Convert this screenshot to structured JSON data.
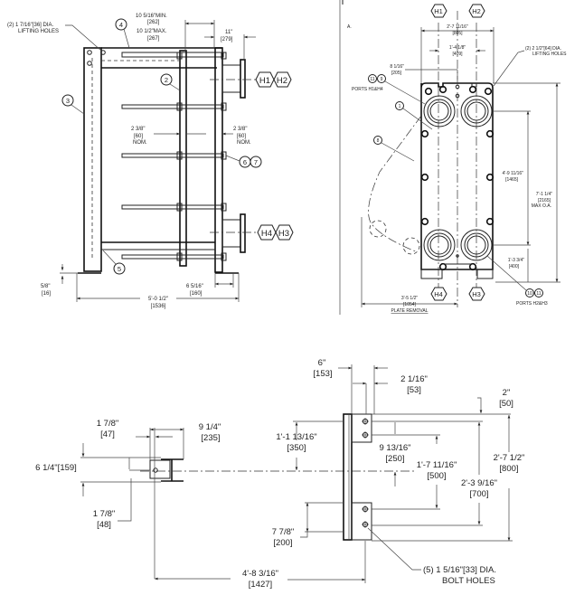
{
  "side_view": {
    "lifting_holes_line1": "(2) 1 7/16\"[36] DIA.",
    "lifting_holes_line2": "LIFTING HOLES",
    "dim_min": "10 5/16\"MIN.",
    "dim_min_mm": "[262]",
    "dim_max": "10 1/2\"MAX.",
    "dim_max_mm": "[267]",
    "dim_11": "11\"",
    "dim_11_mm": "[279]",
    "dim_nom_left": "2 3/8\"",
    "dim_nom_left_mm": "[60]",
    "nom_left": "NOM.",
    "dim_nom_right": "2 3/8\"",
    "dim_nom_right_mm": "[60]",
    "nom_right": "NOM.",
    "dim_58": "5/8\"",
    "dim_58_mm": "[16]",
    "dim_6516": "6 5/16\"",
    "dim_6516_mm": "[160]",
    "dim_overall": "5'-0 1/2\"",
    "dim_overall_mm": "[1536]",
    "balloons": [
      "4",
      "3",
      "2",
      "6",
      "7",
      "5"
    ],
    "ports_top": [
      "H1",
      "H2"
    ],
    "ports_bottom": [
      "H4",
      "H3"
    ]
  },
  "front_view": {
    "marker": "A.",
    "ports_top": [
      "H1",
      "H2"
    ],
    "ports_bottom": [
      "H4",
      "H3"
    ],
    "dim_width": "2'-7 11/16\"",
    "dim_width_mm": "[805]",
    "dim_port_spacing": "1'-4 1/8\"",
    "dim_port_spacing_mm": "[409]",
    "dim_816": "8 1/16\"",
    "dim_816_mm": "[205]",
    "lifting_holes_line1": "(2) 2 1/2\"[64] DIA.",
    "lifting_holes_line2": "LIFTING HOLES",
    "ports_h1h4_label": "PORTS H1&H4",
    "ports_h2h3_label": "PORTS H2&H3",
    "balloons_h1h4": [
      "11",
      "9"
    ],
    "balloons_h2h3": [
      "10",
      "11"
    ],
    "balloon_1": "1",
    "balloon_8": "8",
    "dim_port_vertical": "4'-9 11/16\"",
    "dim_port_vertical_mm": "[1465]",
    "dim_max_oa": "7'-1 1/4\"",
    "dim_max_oa_mm": "[2165]",
    "max_oa_label": "MAX O.A.",
    "dim_bottom_port": "1'-3 3/4\"",
    "dim_bottom_port_mm": "[400]",
    "dim_plate_removal": "3'-5 1/2\"",
    "dim_plate_removal_mm": "[1054]",
    "plate_removal_label": "PLATE REMOVAL"
  },
  "foundation_view": {
    "dim_914": "9 1/4\"",
    "dim_914_mm": "[235]",
    "dim_178_top": "1 7/8\"",
    "dim_178_top_mm": "[47]",
    "dim_614": "6 1/4\"[159]",
    "dim_178_bottom": "1 7/8\"",
    "dim_178_bottom_mm": "[48]",
    "dim_6": "6\"",
    "dim_6_mm": "[153]",
    "dim_2116": "2 1/16\"",
    "dim_2116_mm": "[53]",
    "dim_2": "2\"",
    "dim_2_mm": "[50]",
    "dim_350": "1'-1 13/16\"",
    "dim_350_mm": "[350]",
    "dim_250": "9 13/16\"",
    "dim_250_mm": "[250]",
    "dim_500": "1'-7 11/16\"",
    "dim_500_mm": "[500]",
    "dim_800": "2'-7 1/2\"",
    "dim_800_mm": "[800]",
    "dim_700": "2'-3 9/16\"",
    "dim_700_mm": "[700]",
    "dim_200": "7 7/8\"",
    "dim_200_mm": "[200]",
    "dim_1427": "4'-8 3/16\"",
    "dim_1427_mm": "[1427]",
    "bolt_holes_line1": "(5) 1 5/16\"[33] DIA.",
    "bolt_holes_line2": "BOLT HOLES"
  }
}
